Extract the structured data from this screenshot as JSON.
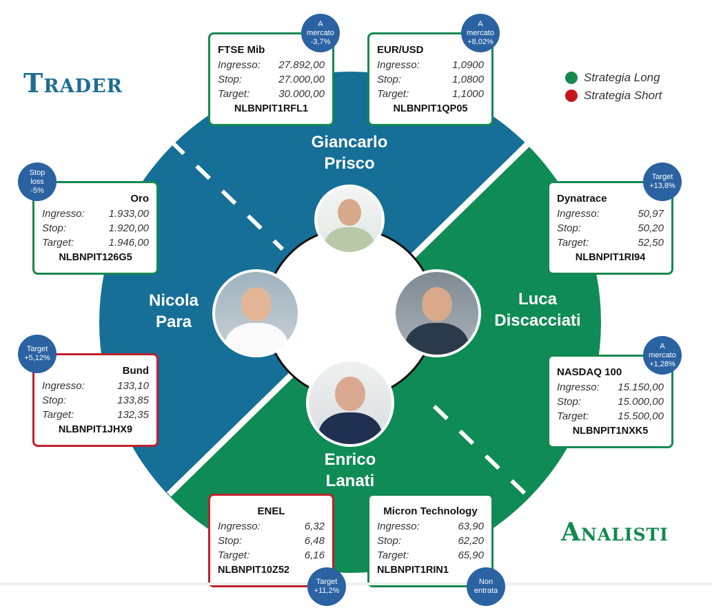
{
  "titles": {
    "trader": "Trader",
    "analisti": "Analisti"
  },
  "legend": [
    {
      "label": "Strategia Long",
      "color": "#14894f"
    },
    {
      "label": "Strategia Short",
      "color": "#c4161c"
    }
  ],
  "colors": {
    "trader": "#156f97",
    "analisti": "#0f8b55",
    "badge": "#2a62a2"
  },
  "people": [
    {
      "first": "Giancarlo",
      "last": "Prisco",
      "role": "trader"
    },
    {
      "first": "Nicola",
      "last": "Para",
      "role": "trader"
    },
    {
      "first": "Luca",
      "last": "Discacciati",
      "role": "analista"
    },
    {
      "first": "Enrico",
      "last": "Lanati",
      "role": "analista"
    }
  ],
  "labels": {
    "entry": "Ingresso:",
    "stop": "Stop:",
    "target": "Target:"
  },
  "cards": [
    {
      "asset": "FTSE Mib",
      "strategy": "long",
      "entry": "27.892,00",
      "stop": "27.000,00",
      "target": "30.000,00",
      "code": "NLBNPIT1RFL1",
      "badge": "A\nmercato\n-3,7%"
    },
    {
      "asset": "EUR/USD",
      "strategy": "long",
      "entry": "1,0900",
      "stop": "1,0800",
      "target": "1,1000",
      "code": "NLBNPIT1QP05",
      "badge": "A\nmercato\n+8,02%"
    },
    {
      "asset": "Oro",
      "strategy": "long",
      "entry": "1.933,00",
      "stop": "1.920,00",
      "target": "1.946,00",
      "code": "NLBNPIT126G5",
      "badge": "Stop\nloss\n-5%"
    },
    {
      "asset": "Bund",
      "strategy": "short",
      "entry": "133,10",
      "stop": "133,85",
      "target": "132,35",
      "code": "NLBNPIT1JHX9",
      "badge": "Target\n+5,12%"
    },
    {
      "asset": "Dynatrace",
      "strategy": "long",
      "entry": "50,97",
      "stop": "50,20",
      "target": "52,50",
      "code": "NLBNPIT1RI94",
      "badge": "Target\n+13,8%"
    },
    {
      "asset": "NASDAQ 100",
      "strategy": "long",
      "entry": "15.150,00",
      "stop": "15.000,00",
      "target": "15.500,00",
      "code": "NLBNPIT1NXK5",
      "badge": "A\nmercato\n+1,28%"
    },
    {
      "asset": "ENEL",
      "strategy": "short",
      "entry": "6,32",
      "stop": "6,48",
      "target": "6,16",
      "code": "NLBNPIT10Z52",
      "badge": "Target\n+11,2%"
    },
    {
      "asset": "Micron Technology",
      "strategy": "long",
      "entry": "63,90",
      "stop": "62,20",
      "target": "65,90",
      "code": "NLBNPIT1RIN1",
      "badge": "Non\nentrata"
    }
  ]
}
